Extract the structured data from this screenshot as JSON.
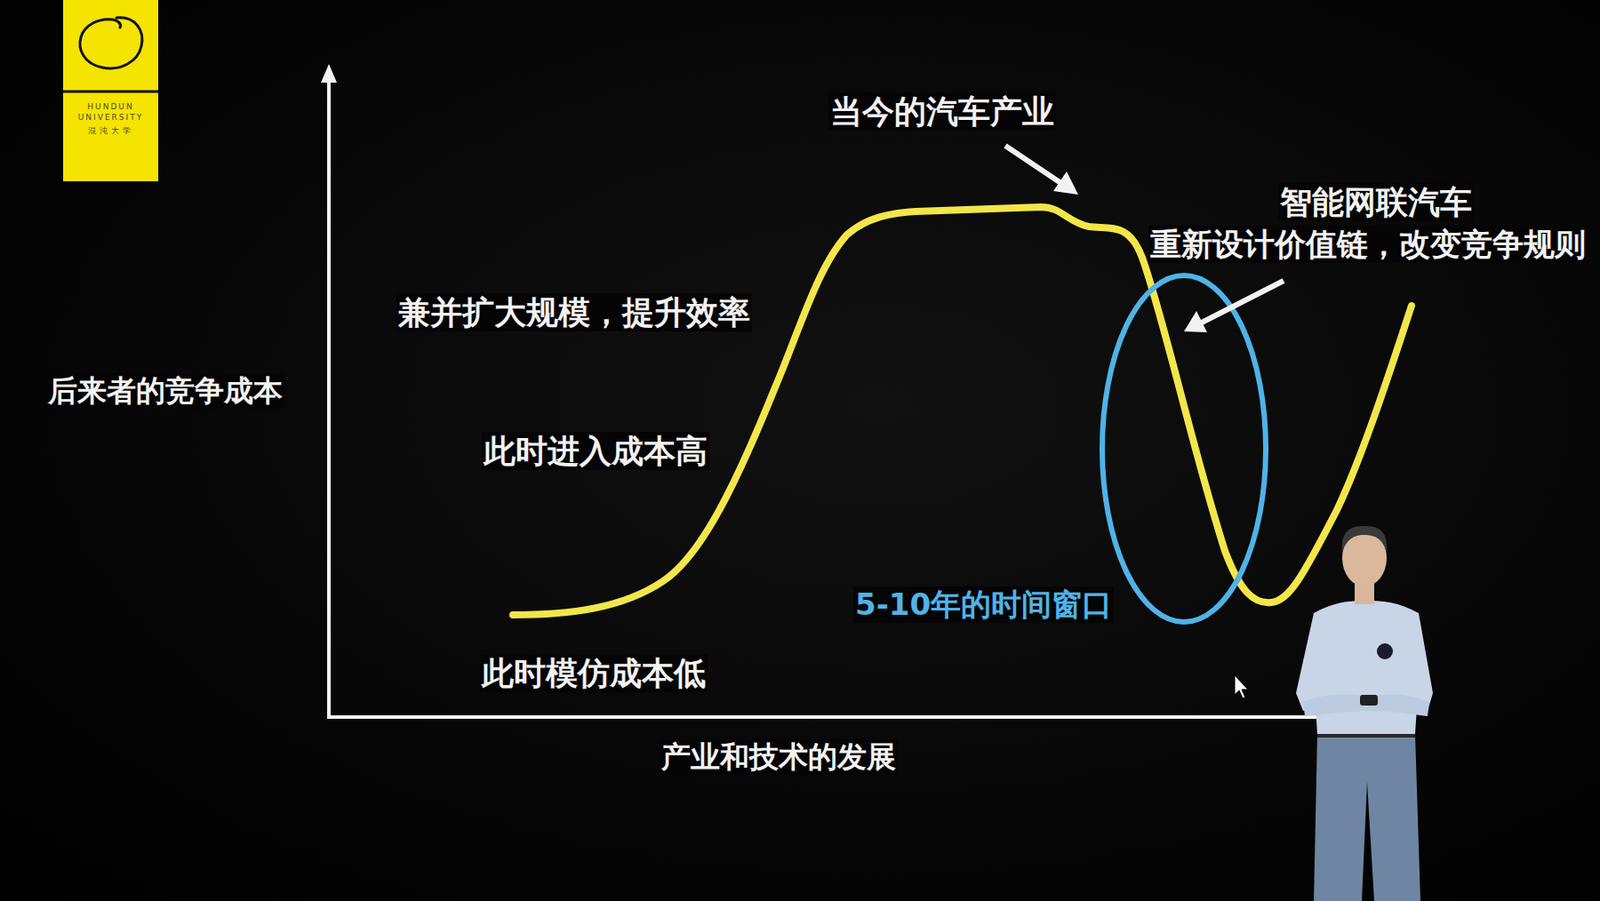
{
  "diagram": {
    "nodes": [
      {
        "text": [
          "HUNDUN UNIVERSITY",
          "混沌大学"
        ]
      }
    ],
    "labels": [
      "当今的汽车产业",
      "智能网联汽车",
      "重新设计价值链，改变竞争规则",
      "兼并扩大规模，提升效率",
      "后来者的竞争成本",
      "此时进入成本高",
      "5-10年的时间窗口",
      "此时模仿成本低",
      "产业和技术的发展"
    ]
  }
}
